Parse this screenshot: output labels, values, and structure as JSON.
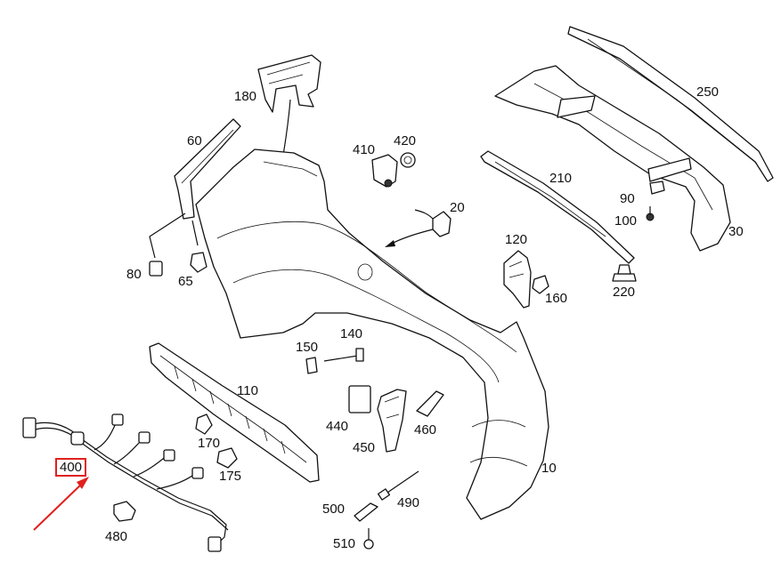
{
  "diagram": {
    "highlight_color": "#e0201d",
    "highlighted_part": "400",
    "labels": {
      "l10": "10",
      "l20": "20",
      "l30": "30",
      "l60": "60",
      "l65": "65",
      "l80": "80",
      "l90": "90",
      "l100": "100",
      "l110": "110",
      "l120": "120",
      "l140": "140",
      "l150": "150",
      "l160": "160",
      "l170": "170",
      "l175": "175",
      "l180": "180",
      "l210": "210",
      "l220": "220",
      "l250": "250",
      "l400": "400",
      "l410": "410",
      "l420": "420",
      "l440": "440",
      "l450": "450",
      "l460": "460",
      "l480": "480",
      "l490": "490",
      "l500": "500",
      "l510": "510"
    }
  }
}
